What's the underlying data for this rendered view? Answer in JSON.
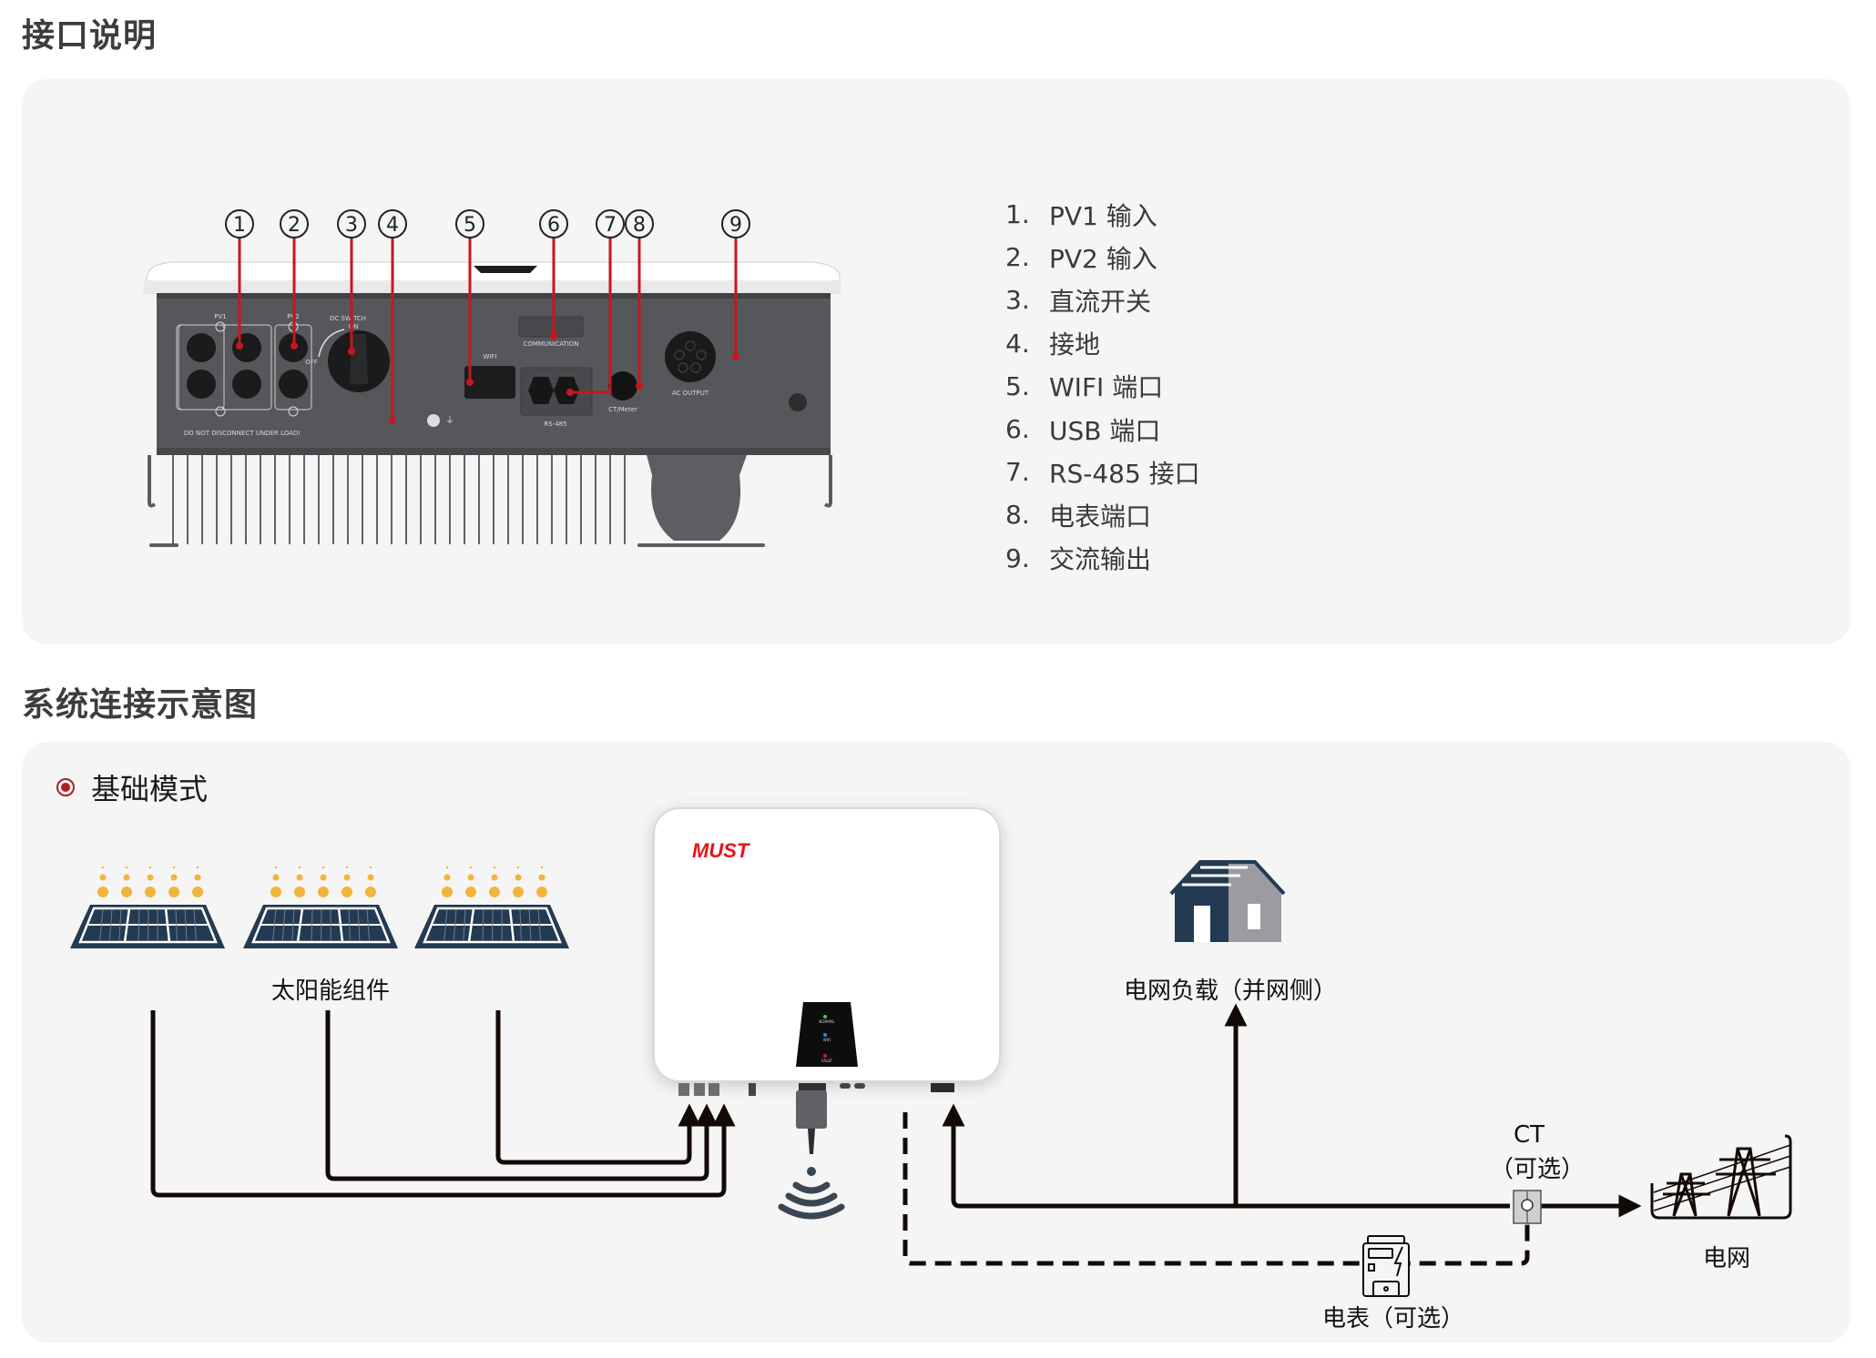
{
  "sections": {
    "interface": {
      "title": "接口说明"
    },
    "system": {
      "title": "系统连接示意图"
    }
  },
  "back_panel": {
    "callouts": [
      "1",
      "2",
      "3",
      "4",
      "5",
      "6",
      "7",
      "8",
      "9"
    ],
    "labels": {
      "pv1": "PV1",
      "pv2": "PV2",
      "dc_switch": "DC SWITCH",
      "on": "ON",
      "off": "OFF",
      "wifi": "WIFI",
      "communication": "COMMUNICATION",
      "rs485": "RS-485",
      "ct_meter": "CT/Meter",
      "ac_output": "AC OUTPUT",
      "warning": "DO NOT DISCONNECT UNDER LOAD!"
    },
    "accent_color": "#c8161d"
  },
  "interface_list": [
    {
      "num": "1.",
      "label": "PV1 输入"
    },
    {
      "num": "2.",
      "label": "PV2 输入"
    },
    {
      "num": "3.",
      "label": "直流开关"
    },
    {
      "num": "4.",
      "label": "接地"
    },
    {
      "num": "5.",
      "label": "WIFI 端口"
    },
    {
      "num": "6.",
      "label": "USB 端口"
    },
    {
      "num": "7.",
      "label": "RS-485 接口"
    },
    {
      "num": "8.",
      "label": "电表端口"
    },
    {
      "num": "9.",
      "label": "交流输出"
    }
  ],
  "diagram": {
    "mode_label": "基础模式",
    "solar_label": "太阳能组件",
    "inverter_brand": "MUST",
    "led_labels": [
      "NORMAL",
      "WIFI",
      "FAULT"
    ],
    "load_label": "电网负载（并网侧）",
    "ct_label": "CT",
    "ct_optional": "（可选）",
    "meter_label": "电表（可选）",
    "grid_label": "电网",
    "colors": {
      "brand_red": "#e3141b",
      "panel_navy": "#233a52",
      "sun_yellow": "#f2b53c",
      "line": "#140a05",
      "house_grey": "#9a9ca1"
    }
  }
}
